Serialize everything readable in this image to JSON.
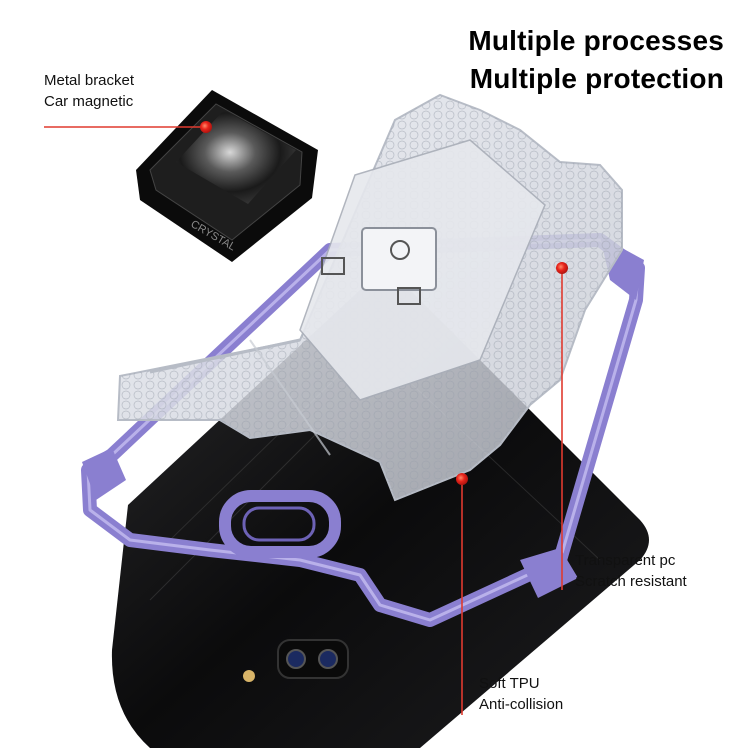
{
  "headline": {
    "line1": "Multiple processes",
    "line2": "Multiple protection"
  },
  "callouts": [
    {
      "line1": "Metal bracket",
      "line2": "Car magnetic"
    },
    {
      "line1": "Transparent pc",
      "line2": "Scratch resistant"
    },
    {
      "line1": "Soft TPU",
      "line2": "Anti-collision"
    }
  ],
  "bracket_engraving": "CRYSTAL",
  "colors": {
    "bumper": "#8a7fd0",
    "marker": "#e8241b",
    "leader_line": "#e03a2f",
    "phone_body": "#111111"
  }
}
